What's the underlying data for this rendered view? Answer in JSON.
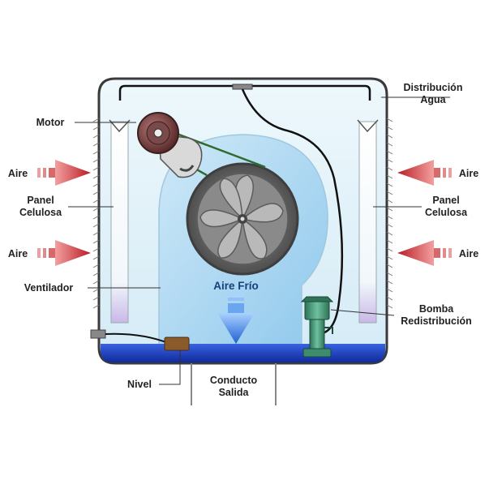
{
  "labels": {
    "distribucion_line1": "Distribución",
    "distribucion_line2": "Agua",
    "motor": "Motor",
    "aire": "Aire",
    "panel_line1": "Panel",
    "panel_line2": "Celulosa",
    "ventilador": "Ventilador",
    "aire_frio": "Aire Frío",
    "bomba_line1": "Bomba",
    "bomba_line2": "Redistribución",
    "nivel": "Nivel",
    "conducto_line1": "Conducto",
    "conducto_line2": "Salida"
  },
  "colors": {
    "housing_fill": "#dff0f8",
    "housing_stroke": "#3a3a3a",
    "water": "#1d3fbf",
    "blower_fill": "#a9d6f2",
    "air_arrow": "#c0272d",
    "cold_air_arrow": "#2b6fd6",
    "pump": "#3d8c6e",
    "belt": "#2f6b2f",
    "label_text": "#222222"
  }
}
